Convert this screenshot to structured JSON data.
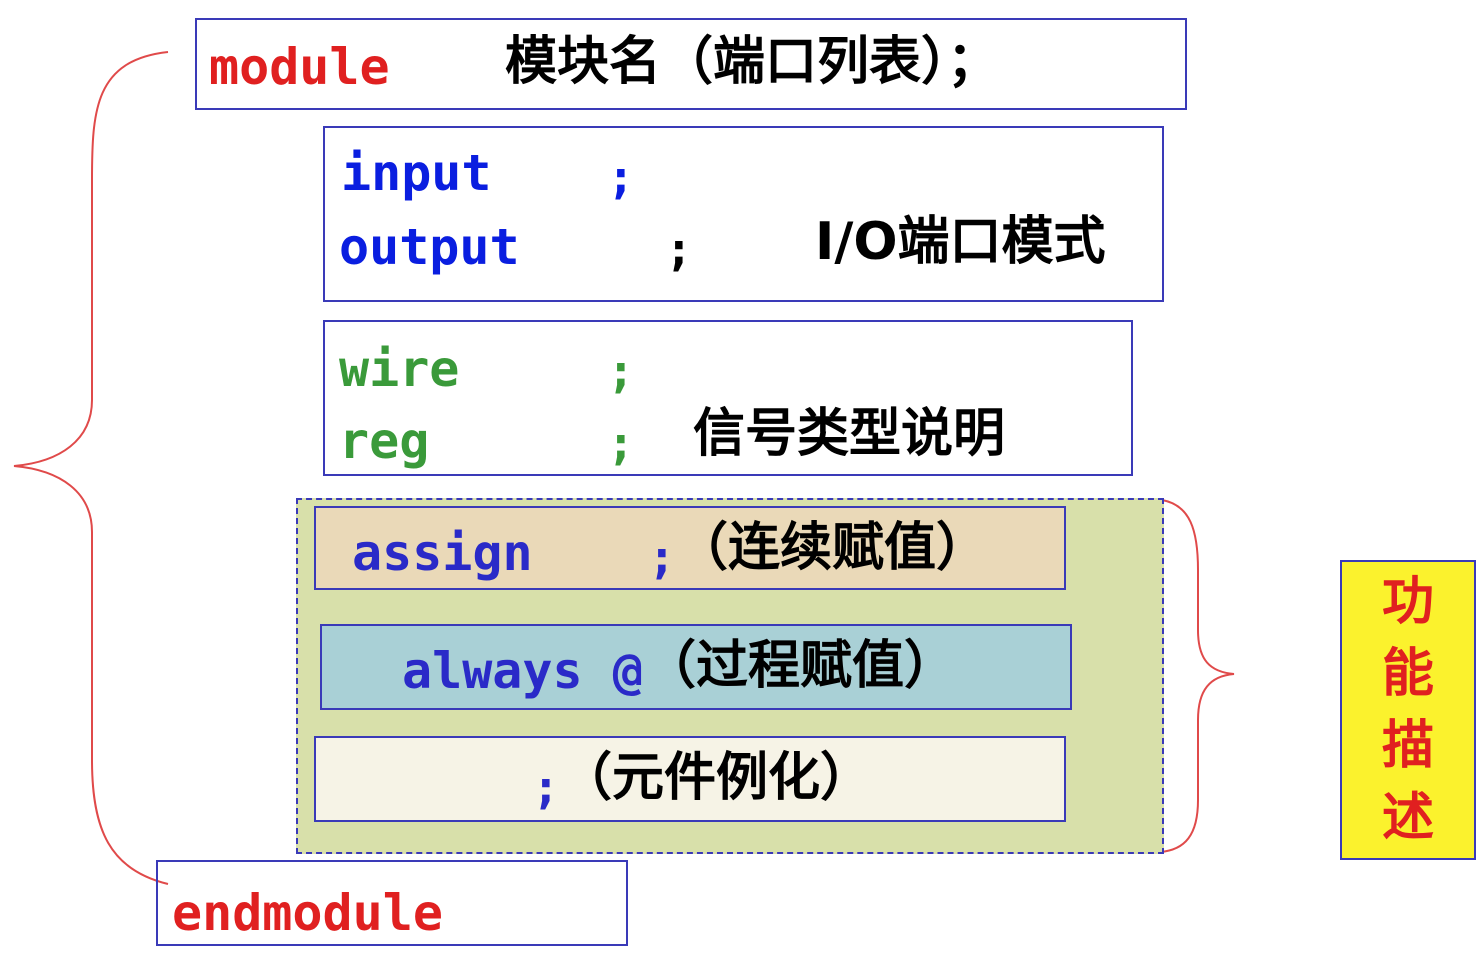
{
  "module_header": {
    "keyword": "module",
    "text": "模块名（端口列表）；"
  },
  "io_block": {
    "input_kw": "input",
    "input_semi": ";",
    "output_kw": "output",
    "output_semi": ";",
    "label": "I/O端口模式"
  },
  "signal_block": {
    "wire_kw": "wire",
    "wire_semi": ";",
    "reg_kw": "reg",
    "reg_semi": ";",
    "label": "信号类型说明"
  },
  "function_area": {
    "assign": {
      "kw": "assign",
      "semi": ";",
      "text": "（连续赋值）"
    },
    "always": {
      "kw": "always @",
      "text": "（过程赋值）"
    },
    "instance": {
      "semi": ";",
      "text": "（元件例化）"
    },
    "side_label": [
      "功",
      "能",
      "描",
      "述"
    ]
  },
  "end": {
    "keyword": "endmodule"
  },
  "colors": {
    "keyword_red": "#e02020",
    "keyword_blue": "#0a1ee0",
    "keyword_green": "#3a9a3a",
    "assign_bg": "#ead9b8",
    "always_bg": "#a9d0d6",
    "instance_bg": "#f6f3e6",
    "function_bg": "#d8e0aa",
    "side_label_bg": "#fbf22d"
  }
}
